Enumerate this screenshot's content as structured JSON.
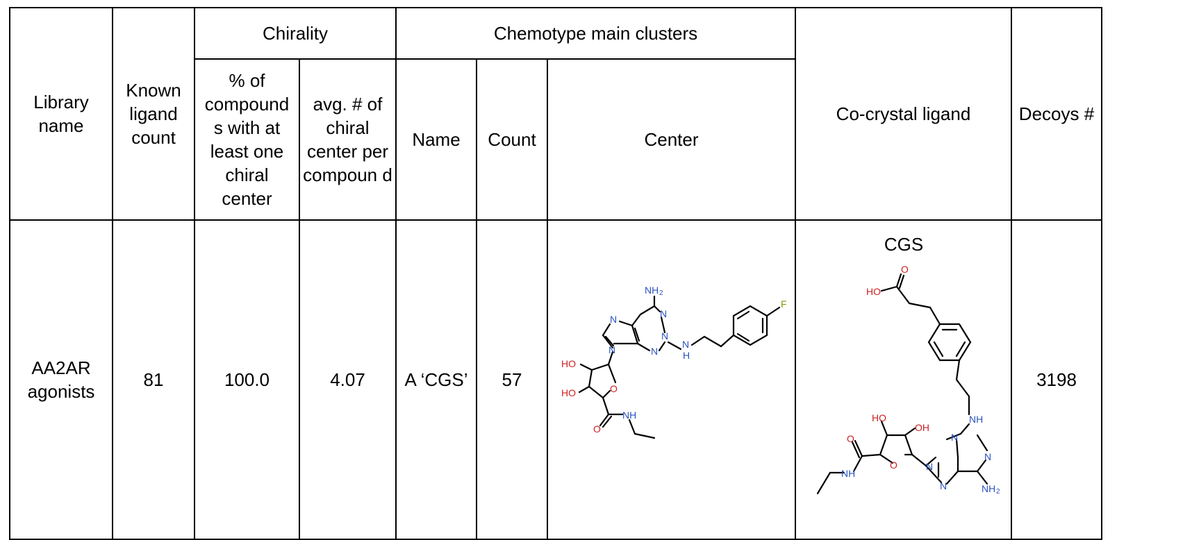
{
  "table": {
    "headers": {
      "library_name": "Library name",
      "known_ligand_count": "Known ligand count",
      "chirality": "Chirality",
      "pct_chiral": "% of compound s with at least one chiral center",
      "avg_chiral": "avg. # of chiral center per compoun d",
      "chemotype": "Chemotype main clusters",
      "cluster_name": "Name",
      "cluster_count": "Count",
      "cluster_center": "Center",
      "cocrystal": "Co-crystal ligand",
      "decoys": "Decoys #"
    },
    "rows": [
      {
        "library_name": "AA2AR agonists",
        "known_ligand_count": "81",
        "pct_chiral": "100.0",
        "avg_chiral": "4.07",
        "cluster_name": "A ‘CGS’",
        "cluster_count": "57",
        "cocrystal_caption": "CGS",
        "decoys": "3198"
      }
    ]
  },
  "structures": {
    "center": {
      "labels": {
        "nh2": "NH",
        "nh2_sub": "2",
        "n": "N",
        "h": "H",
        "ho": "HO",
        "o": "O",
        "nh": "NH",
        "f": "F"
      }
    },
    "cocrystal": {
      "labels": {
        "ho": "HO",
        "o": "O",
        "oh": "OH",
        "nh": "NH",
        "n": "N",
        "nh2": "NH",
        "nh2_sub": "2"
      }
    }
  },
  "colors": {
    "nitrogen": "#2a52be",
    "oxygen": "#cc1f1f",
    "fluorine": "#7a9a01",
    "bond": "#000000"
  }
}
